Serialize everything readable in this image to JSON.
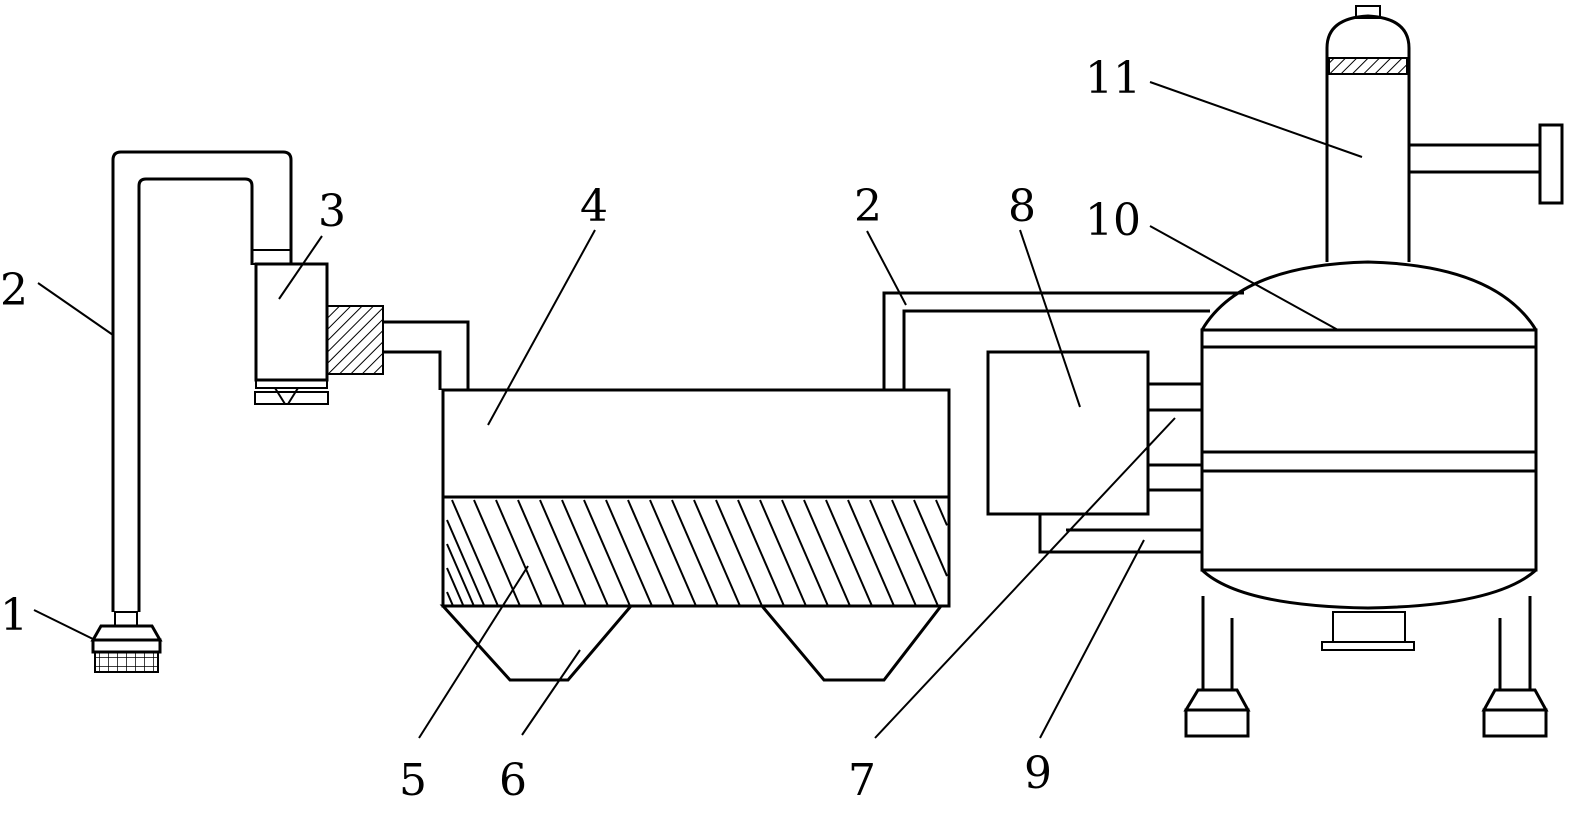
{
  "labels": {
    "l1": "1",
    "l2_left": "2",
    "l2_right": "2",
    "l3": "3",
    "l4": "4",
    "l5": "5",
    "l6": "6",
    "l7": "7",
    "l8": "8",
    "l9": "9",
    "l10": "10",
    "l11": "11"
  }
}
